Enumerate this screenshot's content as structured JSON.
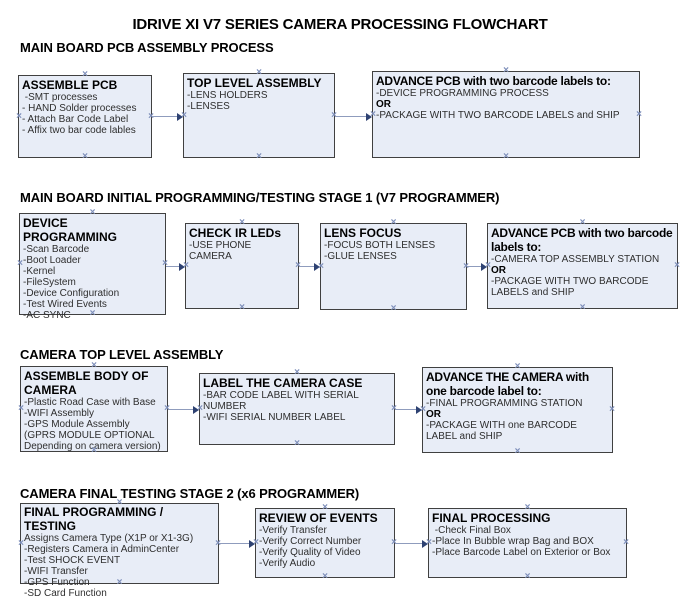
{
  "title": "IDRIVE XI V7 SERIES CAMERA PROCESSING FLOWCHART",
  "icons": {
    "connection_point": "×"
  },
  "colors": {
    "box_fill": "#e8edf7",
    "box_border": "#404040",
    "arrow_line": "#8f9cbd",
    "arrow_head": "#2e4272",
    "connection_point": "#7e8fba"
  },
  "sections": [
    {
      "header": "MAIN BOARD PCB ASSEMBLY PROCESS",
      "boxes": [
        {
          "title": "ASSEMBLE PCB",
          "lines": [
            " -SMT processes",
            "- HAND Solder processes",
            "- Attach Bar Code Label",
            "- Affix two bar code lables"
          ]
        },
        {
          "title": "TOP LEVEL ASSEMBLY",
          "lines": [
            "-LENS HOLDERS",
            "-LENSES"
          ]
        },
        {
          "title": "ADVANCE PCB with two barcode labels to:",
          "lines": [
            "-DEVICE PROGRAMMING PROCESS",
            "OR",
            "-PACKAGE WITH TWO BARCODE LABELS and SHIP"
          ]
        }
      ]
    },
    {
      "header": "MAIN BOARD INITIAL PROGRAMMING/TESTING STAGE 1 (V7 PROGRAMMER)",
      "boxes": [
        {
          "title": "DEVICE PROGRAMMING",
          "lines": [
            "-Scan Barcode",
            "-Boot Loader",
            "-Kernel",
            "-FileSystem",
            "-Device Configuration",
            "-Test Wired Events",
            "-AC SYNC"
          ]
        },
        {
          "title": "CHECK IR LEDs",
          "lines": [
            "-USE PHONE CAMERA"
          ]
        },
        {
          "title": "LENS FOCUS",
          "lines": [
            "-FOCUS BOTH LENSES",
            "-GLUE LENSES"
          ]
        },
        {
          "title": "ADVANCE PCB with two barcode labels to:",
          "lines": [
            "-CAMERA TOP ASSEMBLY STATION",
            "OR",
            "-PACKAGE WITH TWO BARCODE LABELS and SHIP"
          ]
        }
      ]
    },
    {
      "header": "CAMERA TOP LEVEL ASSEMBLY",
      "boxes": [
        {
          "title": "ASSEMBLE BODY OF CAMERA",
          "lines": [
            "-Plastic Road Case with Base",
            "-WIFI Assembly",
            "-GPS Module Assembly",
            "(GPRS MODULE OPTIONAL",
            "Depending on camera version)"
          ]
        },
        {
          "title": "LABEL THE CAMERA CASE",
          "lines": [
            "-BAR CODE LABEL WITH SERIAL NUMBER",
            "-WIFI SERIAL NUMBER LABEL"
          ]
        },
        {
          "title": "ADVANCE THE CAMERA with one barcode label to:",
          "lines": [
            "-FINAL PROGRAMMING STATION",
            "OR",
            "-PACKAGE WITH one BARCODE LABEL and SHIP"
          ]
        }
      ]
    },
    {
      "header": "CAMERA FINAL TESTING STAGE 2 (x6 PROGRAMMER)",
      "boxes": [
        {
          "title": "FINAL PROGRAMMING / TESTING",
          "lines": [
            "Assigns Camera Type (X1P or X1-3G)",
            "-Registers Camera in AdminCenter",
            "-Test SHOCK EVENT",
            "-WIFI Transfer",
            "-GPS Function",
            "-SD Card Function"
          ]
        },
        {
          "title": "REVIEW OF EVENTS",
          "lines": [
            "-Verify Transfer",
            "-Verify Correct Number",
            "-Verify Quality of Video",
            "-Verify Audio"
          ]
        },
        {
          "title": "FINAL PROCESSING",
          "lines": [
            " -Check Final Box",
            "-Place In Bubble wrap Bag and BOX",
            "-Place Barcode Label on Exterior or Box"
          ]
        }
      ]
    }
  ]
}
